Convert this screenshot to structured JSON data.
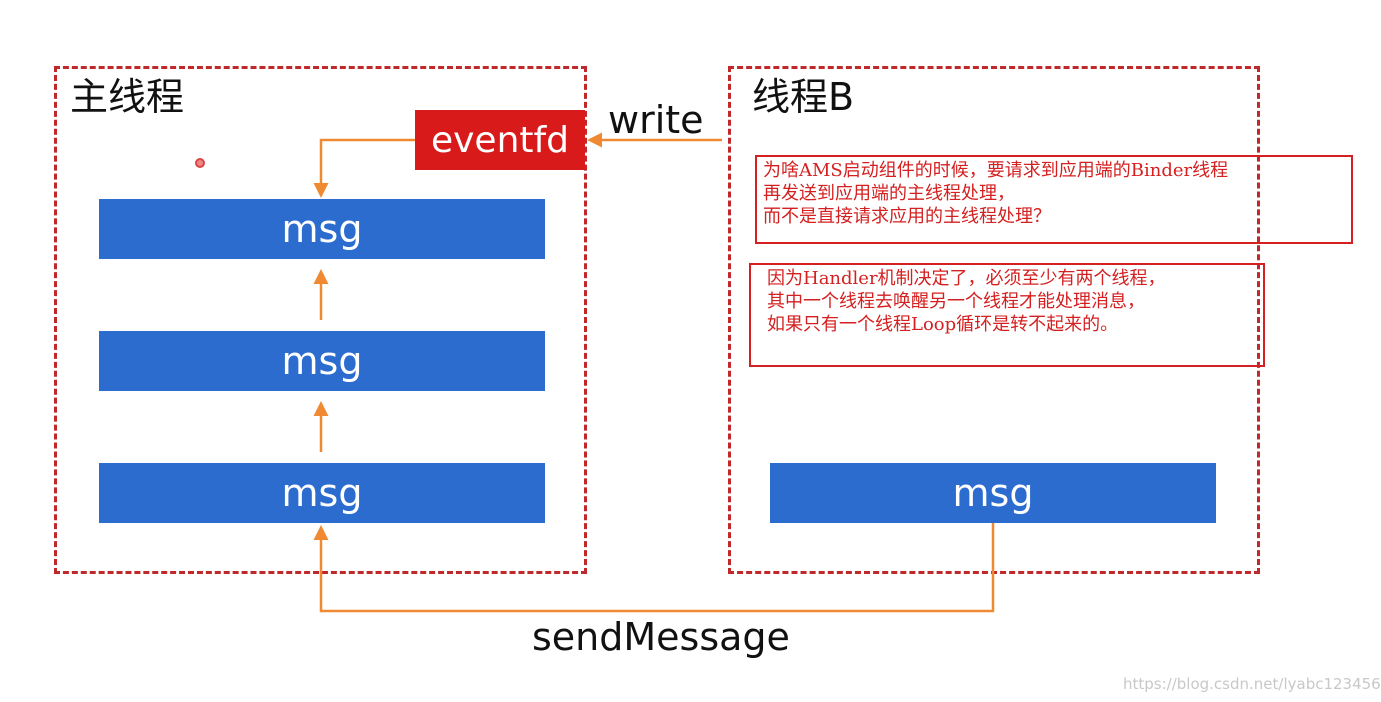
{
  "main_thread": {
    "title": "主线程"
  },
  "thread_b": {
    "title": "线程B"
  },
  "eventfd": {
    "label": "eventfd"
  },
  "write_label": "write",
  "send_label": "sendMessage",
  "messages": [
    {
      "label": "msg"
    },
    {
      "label": "msg"
    },
    {
      "label": "msg"
    }
  ],
  "thread_b_msg": {
    "label": "msg"
  },
  "notes": [
    {
      "text": "为啥AMS启动组件的时候，要请求到应用端的Binder线程\n再发送到应用端的主线程处理，\n而不是直接请求应用的主线程处理？"
    },
    {
      "text": "因为Handler机制决定了，必须至少有两个线程，\n其中一个线程去唤醒另一个线程才能处理消息，\n如果只有一个线程Loop循环是转不起来的。"
    }
  ],
  "watermark": "https://blog.csdn.net/lyabc123456",
  "colors": {
    "box_border": "#c0282a",
    "msg_fill": "#2d6ccf",
    "eventfd_fill": "#d91a1a",
    "arrow": "#ef8a33",
    "note": "#d42020"
  }
}
